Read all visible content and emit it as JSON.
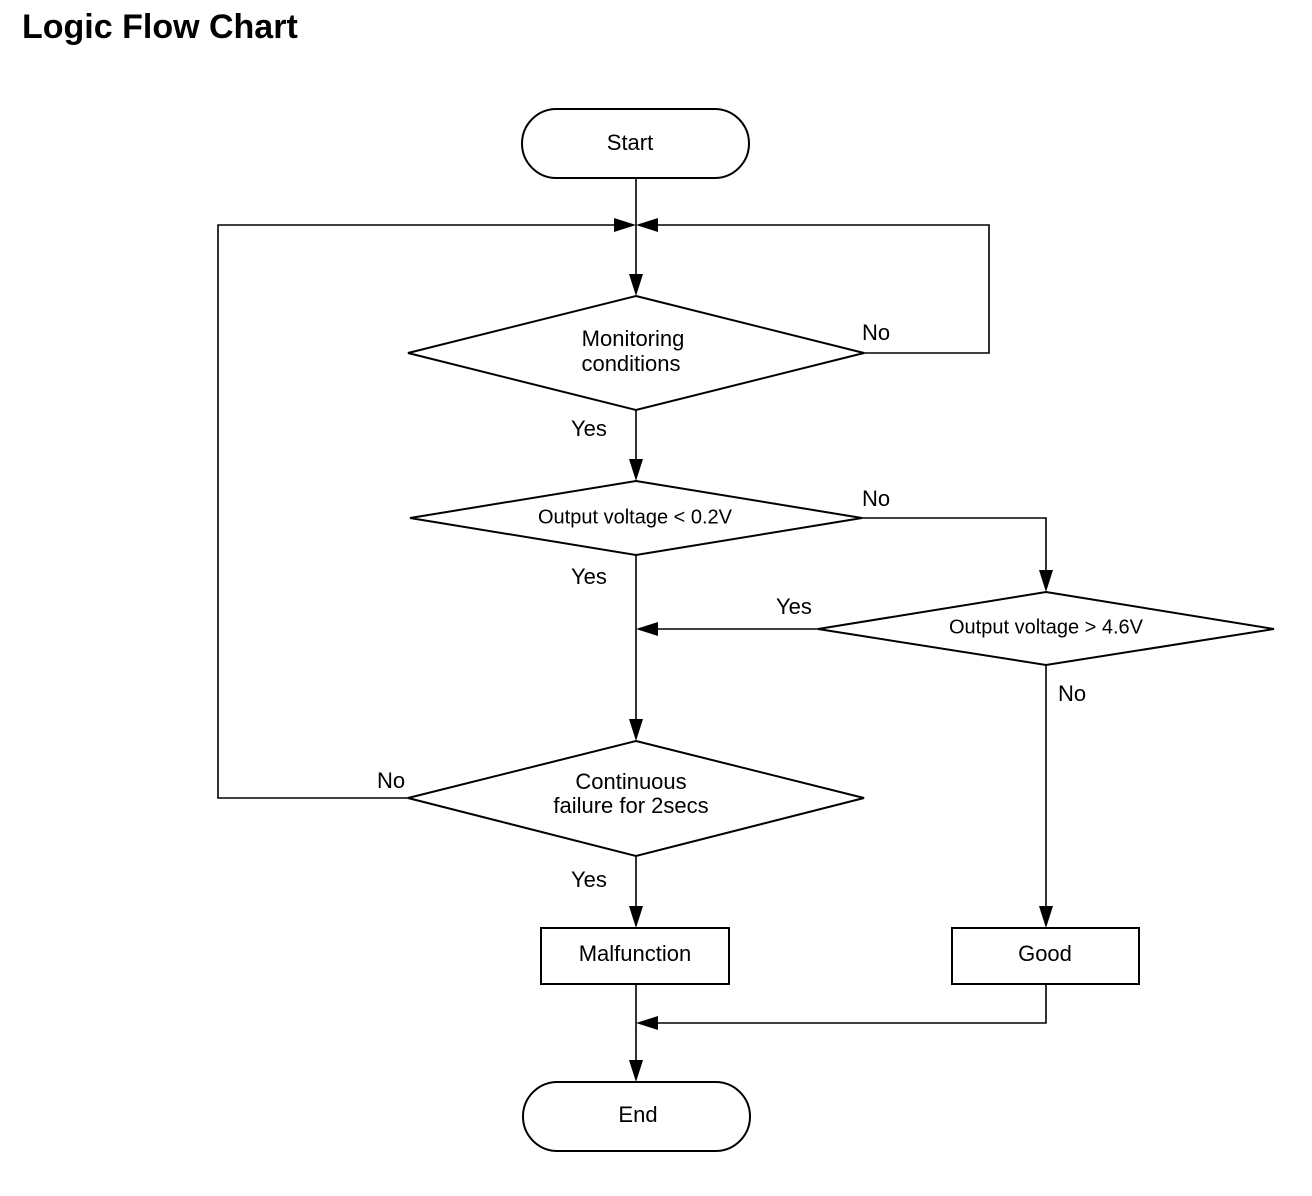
{
  "page": {
    "title": "Logic Flow Chart"
  },
  "nodes": {
    "start": "Start",
    "monitoring": [
      "Monitoring",
      "conditions"
    ],
    "low_voltage": "Output voltage < 0.2V",
    "high_voltage": "Output voltage > 4.6V",
    "continuous": [
      "Continuous",
      "failure for 2secs"
    ],
    "malfunction": "Malfunction",
    "good": "Good",
    "end": "End"
  },
  "edges": {
    "monitoring_no": "No",
    "monitoring_yes": "Yes",
    "low_no": "No",
    "low_yes": "Yes",
    "high_yes": "Yes",
    "high_no": "No",
    "continuous_no": "No",
    "continuous_yes": "Yes"
  }
}
